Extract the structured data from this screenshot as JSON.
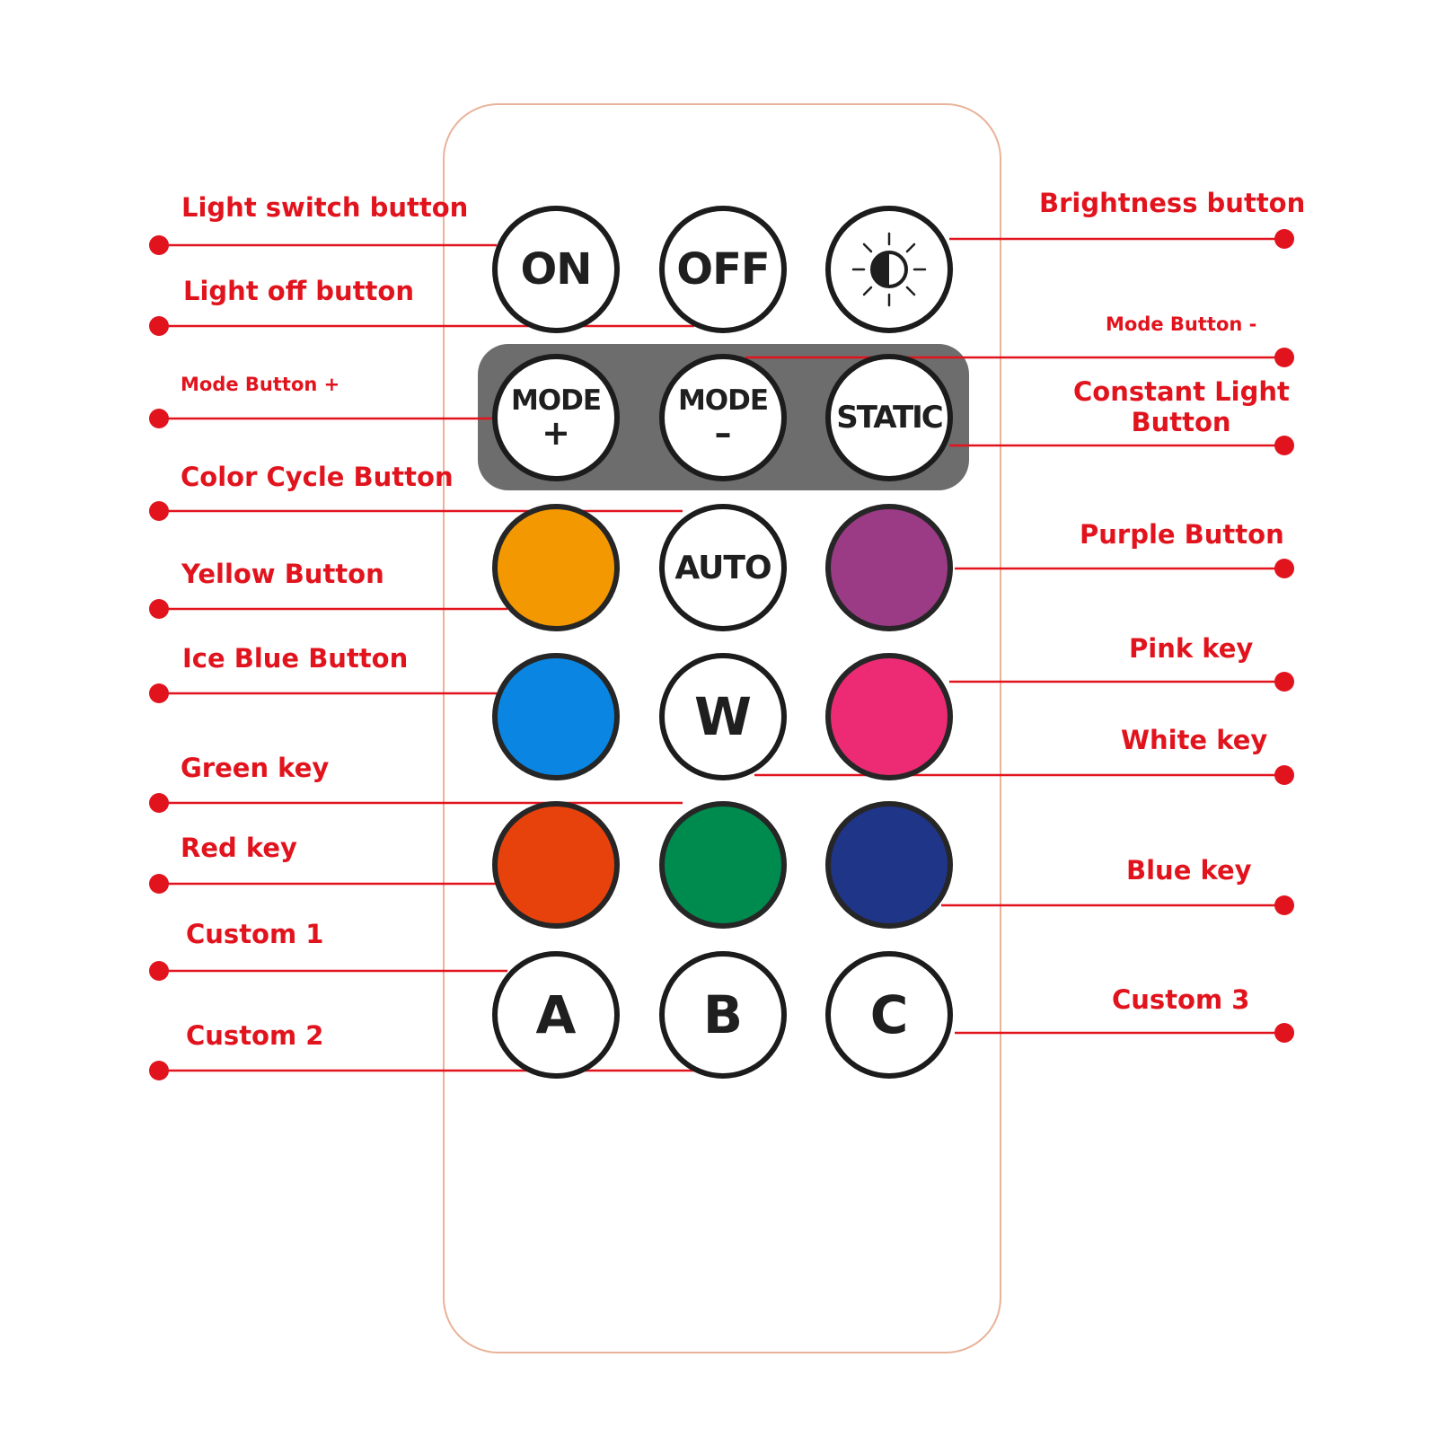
{
  "remote": {
    "buttons": {
      "on": "ON",
      "off": "OFF",
      "mode_plus_text": "MODE",
      "mode_plus_sign": "+",
      "mode_minus_text": "MODE",
      "mode_minus_sign": "–",
      "static": "STATIC",
      "auto": "AUTO",
      "white": "W",
      "custom_a": "A",
      "custom_b": "B",
      "custom_c": "C"
    },
    "colors": {
      "yellow": "#f39800",
      "purple": "#9b3a85",
      "ice_blue": "#0a86e2",
      "pink": "#ec2b74",
      "red": "#e8420c",
      "green": "#008b4e",
      "blue": "#1f3588",
      "label_red": "#e1141e",
      "panel_gray": "#6d6d6d",
      "outline": "#e9b39a"
    }
  },
  "labels": {
    "light_switch": "Light switch button",
    "light_off": "Light off button",
    "mode_plus": "Mode Button +",
    "color_cycle": "Color Cycle Button",
    "yellow": "Yellow Button",
    "ice_blue": "Ice Blue Button",
    "green": "Green key",
    "red": "Red key",
    "custom1": "Custom 1",
    "custom2": "Custom 2",
    "brightness": "Brightness button",
    "mode_minus": "Mode Button -",
    "constant_line1": "Constant Light",
    "constant_line2": "Button",
    "purple": "Purple Button",
    "pink": "Pink key",
    "white": "White key",
    "blue": "Blue key",
    "custom3": "Custom 3"
  }
}
